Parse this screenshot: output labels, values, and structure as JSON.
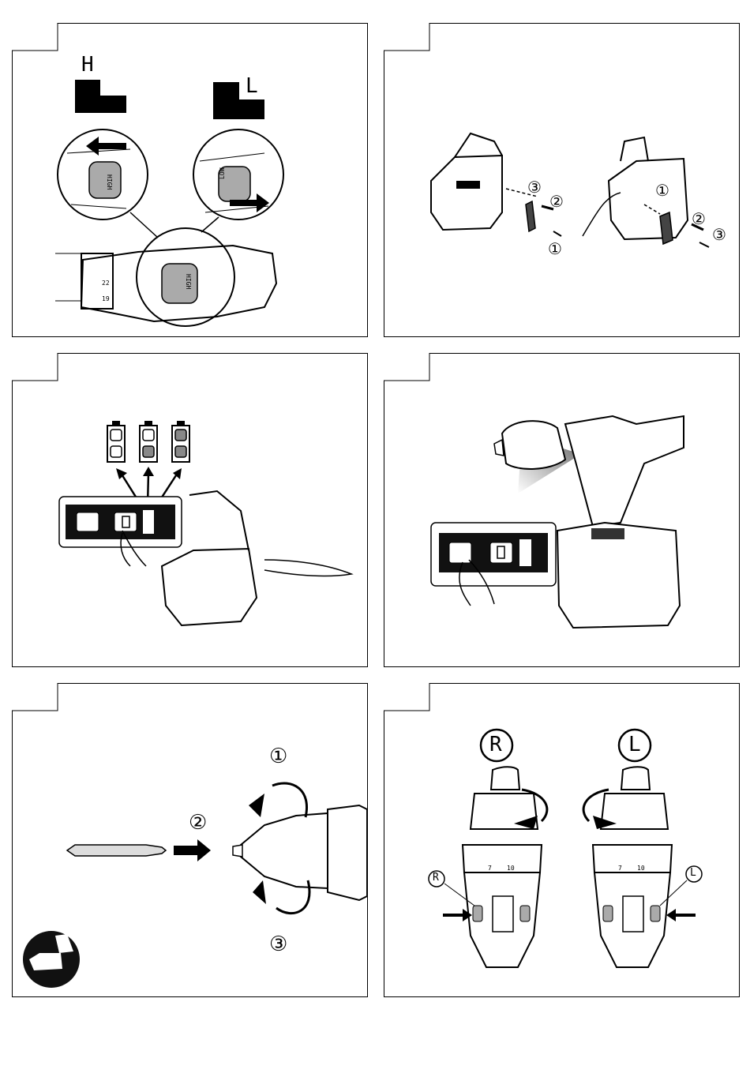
{
  "panel1": {
    "speed_high": "H",
    "speed_low": "L",
    "switch_high": "HIGH",
    "switch_low": "LOW",
    "ring_a": "22",
    "ring_b": "19"
  },
  "panel2": {
    "step1": "①",
    "step2": "②",
    "step3": "③"
  },
  "panel5": {
    "step1": "①",
    "step2": "②",
    "step3": "③"
  },
  "panel6": {
    "forward": "R",
    "reverse": "L",
    "ring_a": "7",
    "ring_b": "10"
  }
}
